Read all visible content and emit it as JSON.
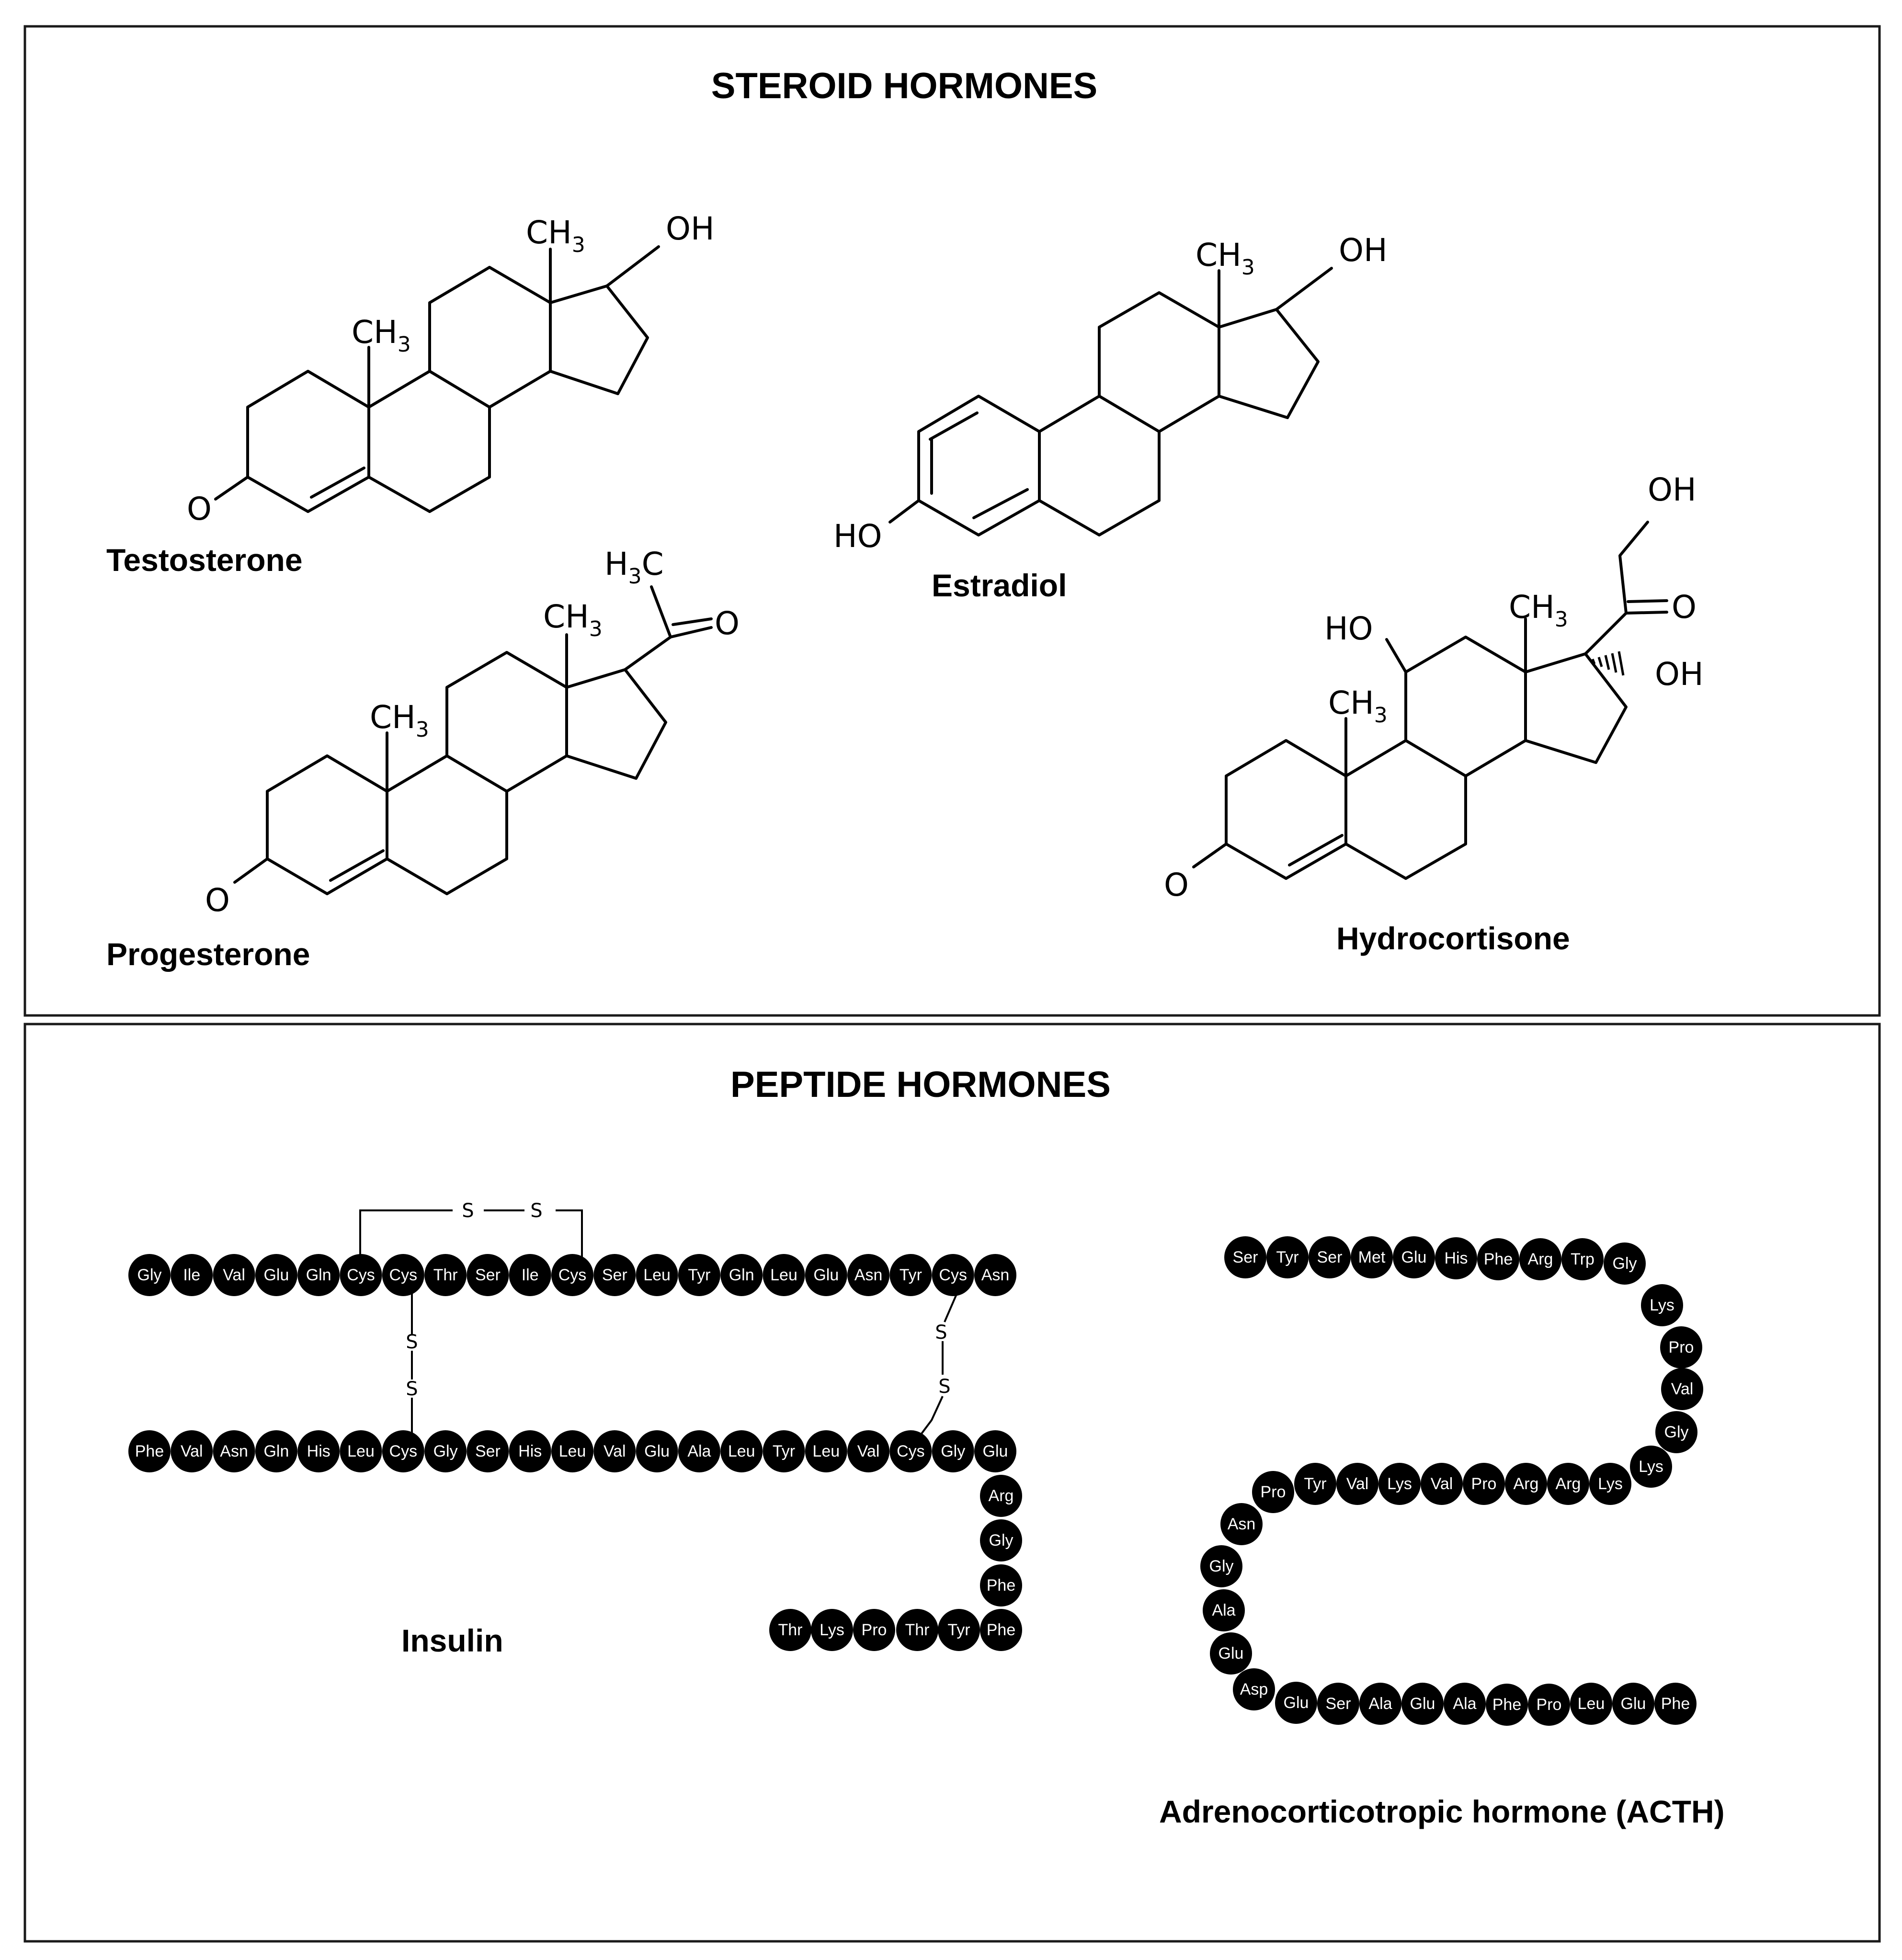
{
  "steroid_panel": {
    "title": "STEROID HORMONES",
    "molecules": {
      "testosterone": {
        "name": "Testosterone",
        "ch3_a": "CH",
        "ch3_b": "CH",
        "oh": "OH",
        "o": "O",
        "sub3": "3"
      },
      "estradiol": {
        "name": "Estradiol",
        "ch3": "CH",
        "oh": "OH",
        "ho": "HO",
        "sub3": "3"
      },
      "progesterone": {
        "name": "Progesterone",
        "ch3_a": "CH",
        "ch3_b": "CH",
        "h3c_h": "H",
        "h3c_c": "C",
        "o_ketone": "O",
        "o_acetyl": "O",
        "sub3": "3"
      },
      "hydrocortisone": {
        "name": "Hydrocortisone",
        "ch3_a": "CH",
        "ch3_b": "CH",
        "oh_top": "OH",
        "oh_side": "OH",
        "ho": "HO",
        "o_ketone": "O",
        "o_side": "O",
        "sub3": "3"
      }
    }
  },
  "peptide_panel": {
    "title": "PEPTIDE HORMONES",
    "insulin": {
      "name": "Insulin",
      "chain_a": [
        "Gly",
        "Ile",
        "Val",
        "Glu",
        "Gln",
        "Cys",
        "Cys",
        "Thr",
        "Ser",
        "Ile",
        "Cys",
        "Ser",
        "Leu",
        "Tyr",
        "Gln",
        "Leu",
        "Glu",
        "Asn",
        "Tyr",
        "Cys",
        "Asn"
      ],
      "chain_b": [
        "Phe",
        "Val",
        "Asn",
        "Gln",
        "His",
        "Leu",
        "Cys",
        "Gly",
        "Ser",
        "His",
        "Leu",
        "Val",
        "Glu",
        "Ala",
        "Leu",
        "Tyr",
        "Leu",
        "Val",
        "Cys",
        "Gly",
        "Glu",
        "Arg",
        "Gly",
        "Phe",
        "Phe",
        "Tyr",
        "Thr",
        "Pro",
        "Lys",
        "Thr"
      ],
      "disulfide_label": "S"
    },
    "acth": {
      "name": "Adrenocorticotropic hormone (ACTH)",
      "sequence": [
        "Ser",
        "Tyr",
        "Ser",
        "Met",
        "Glu",
        "His",
        "Phe",
        "Arg",
        "Trp",
        "Gly",
        "Lys",
        "Pro",
        "Val",
        "Gly",
        "Lys",
        "Lys",
        "Arg",
        "Arg",
        "Pro",
        "Val",
        "Lys",
        "Val",
        "Tyr",
        "Pro",
        "Asn",
        "Gly",
        "Ala",
        "Glu",
        "Asp",
        "Glu",
        "Ser",
        "Ala",
        "Glu",
        "Ala",
        "Phe",
        "Pro",
        "Leu",
        "Glu",
        "Phe"
      ]
    }
  }
}
